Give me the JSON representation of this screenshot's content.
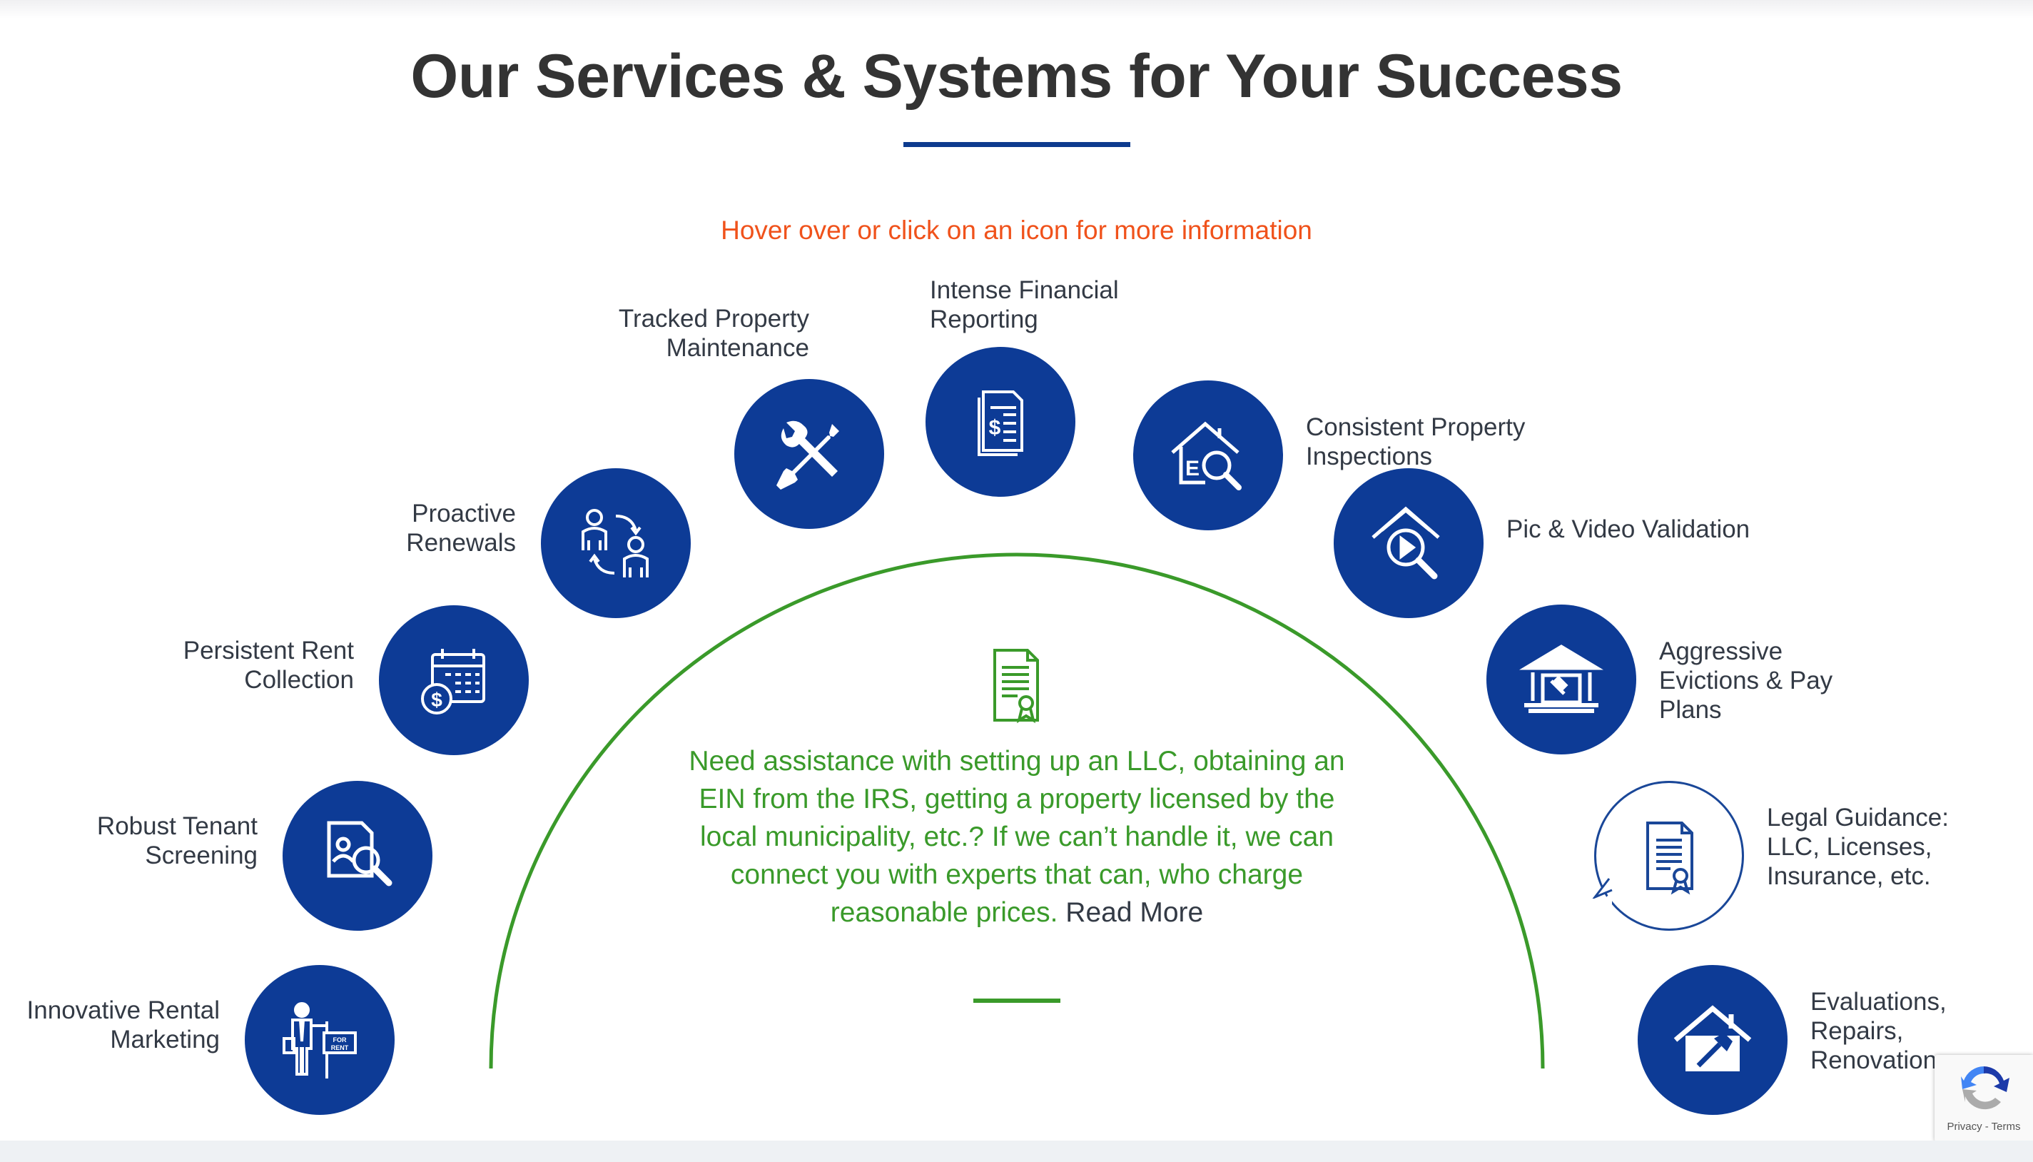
{
  "page": {
    "title": "Our Services & Systems for Your Success",
    "hint": "Hover over or click on an icon for more information"
  },
  "colors": {
    "navy": "#0d3b96",
    "title_rule": "#0d3b8e",
    "hint_orange": "#f0521b",
    "green": "#3a9a2a",
    "text_dark": "#333a45"
  },
  "services": [
    {
      "label_lines": [
        "Innovative Rental",
        "Marketing"
      ],
      "icon": "for-rent-agent-icon"
    },
    {
      "label_lines": [
        "Robust Tenant",
        "Screening"
      ],
      "icon": "document-search-icon"
    },
    {
      "label_lines": [
        "Persistent Rent",
        "Collection"
      ],
      "icon": "calendar-dollar-icon"
    },
    {
      "label_lines": [
        "Proactive",
        "Renewals"
      ],
      "icon": "people-cycle-icon"
    },
    {
      "label_lines": [
        "Tracked Property",
        "Maintenance"
      ],
      "icon": "wrench-screwdriver-icon"
    },
    {
      "label_lines": [
        "Intense Financial",
        "Reporting"
      ],
      "icon": "financial-report-icon"
    },
    {
      "label_lines": [
        "Consistent Property",
        "Inspections"
      ],
      "icon": "house-inspection-icon"
    },
    {
      "label_lines": [
        "Pic & Video Validation"
      ],
      "icon": "house-video-icon"
    },
    {
      "label_lines": [
        "Aggressive",
        "Evictions & Pay",
        "Plans"
      ],
      "icon": "courthouse-gavel-icon"
    },
    {
      "label_lines": [
        "Legal Guidance:",
        "LLC, Licenses,",
        "Insurance, etc."
      ],
      "icon": "legal-certificate-icon",
      "active": true
    },
    {
      "label_lines": [
        "Evaluations,",
        "Repairs,",
        "Renovations"
      ],
      "icon": "house-hammer-icon"
    }
  ],
  "detail": {
    "icon": "legal-certificate-icon",
    "text": "Need assistance with setting up an LLC, obtaining an EIN from the IRS, getting a property licensed by the local municipality, etc.? If we can’t handle it, we can connect you with experts that can, who charge reasonable prices.",
    "read_more": "Read More"
  },
  "recaptcha": {
    "links": "Privacy - Terms"
  }
}
